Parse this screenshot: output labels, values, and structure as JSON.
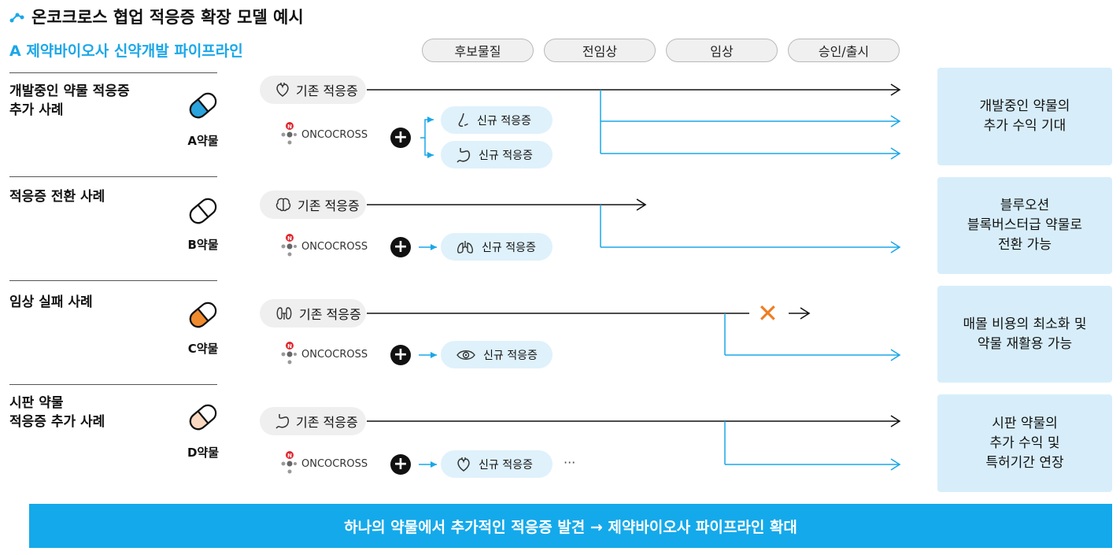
{
  "title": "온코크로스 협업 적응증 확장 모델 예시",
  "subtitle": "A 제약바이오사 신약개발 파이프라인",
  "phases": [
    "후보물질",
    "전임상",
    "임상",
    "승인/출시"
  ],
  "labels": {
    "existing": "기존 적응증",
    "new": "신규 적응증",
    "onco": "ONCOCROSS",
    "onco_n": "N",
    "plus": "+",
    "ellipsis": "···",
    "fail_mark": "✕"
  },
  "rows": [
    {
      "title": "개발중인 약물 적응증\n추가 사례",
      "drug": "A약물",
      "pill_color": "#2ba3dc",
      "result": "개발중인 약물의\n추가 수익 기대"
    },
    {
      "title": "적응증 전환 사례",
      "drug": "B약물",
      "pill_color": "#ffffff",
      "result": "블루오션\n블록버스터급 약물로\n전환 가능"
    },
    {
      "title": "임상 실패 사례",
      "drug": "C약물",
      "pill_color": "#ef8a2e",
      "result": "매몰 비용의 최소화 및\n약물 재활용 가능"
    },
    {
      "title": "시판 약물\n적응증 추가 사례",
      "drug": "D약물",
      "pill_color": "#fbd9c0",
      "result": "시판 약물의\n추가 수익 및\n특허기간 연장"
    }
  ],
  "banner": "하나의 약물에서 추가적인 적응증 발견 → 제약바이오사 파이프라인 확대",
  "colors": {
    "accent": "#1aa7e8",
    "banner": "#14a9ea",
    "result_bg": "#d7eefa",
    "fail": "#ef7d22"
  }
}
